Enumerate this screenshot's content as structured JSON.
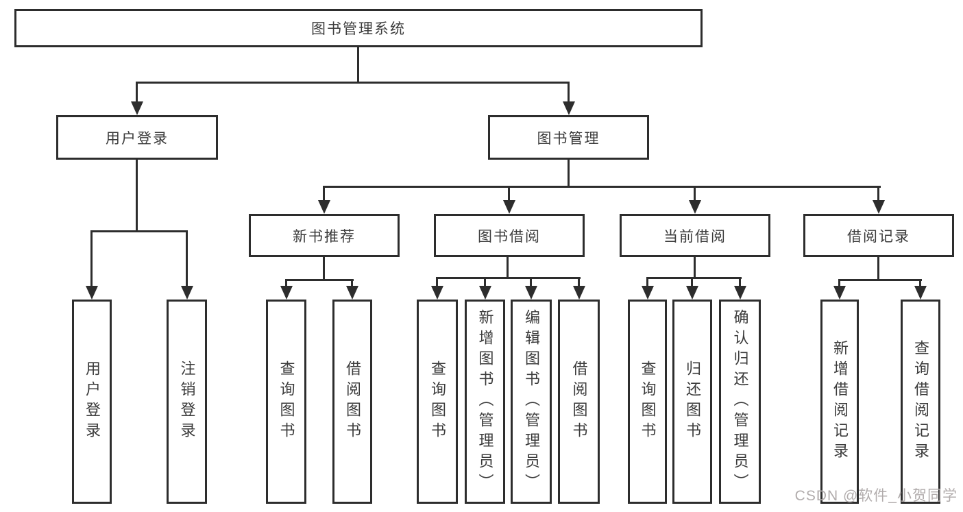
{
  "colors": {
    "line": "#2d2d2d",
    "text": "#3b3b3b",
    "box_background": "#ffffff",
    "page_background": "#ffffff",
    "watermark": "#b1acac"
  },
  "watermark": {
    "text": "CSDN @软件_小贺同学"
  },
  "diagram": {
    "root": {
      "label": "图书管理系统"
    },
    "branches": [
      {
        "label": "用户登录",
        "children": [
          {
            "label": "用户登录"
          },
          {
            "label": "注销登录"
          }
        ]
      },
      {
        "label": "图书管理",
        "sections": [
          {
            "label": "新书推荐",
            "children": [
              {
                "label": "查询图书"
              },
              {
                "label": "借阅图书"
              }
            ]
          },
          {
            "label": "图书借阅",
            "children": [
              {
                "label": "查询图书"
              },
              {
                "label": "新增图书（管理员）"
              },
              {
                "label": "编辑图书（管理员）"
              },
              {
                "label": "借阅图书"
              }
            ]
          },
          {
            "label": "当前借阅",
            "children": [
              {
                "label": "查询图书"
              },
              {
                "label": "归还图书"
              },
              {
                "label": "确认归还（管理员）"
              }
            ]
          },
          {
            "label": "借阅记录",
            "children": [
              {
                "label": "新增借阅记录"
              },
              {
                "label": "查询借阅记录"
              }
            ]
          }
        ]
      }
    ]
  }
}
